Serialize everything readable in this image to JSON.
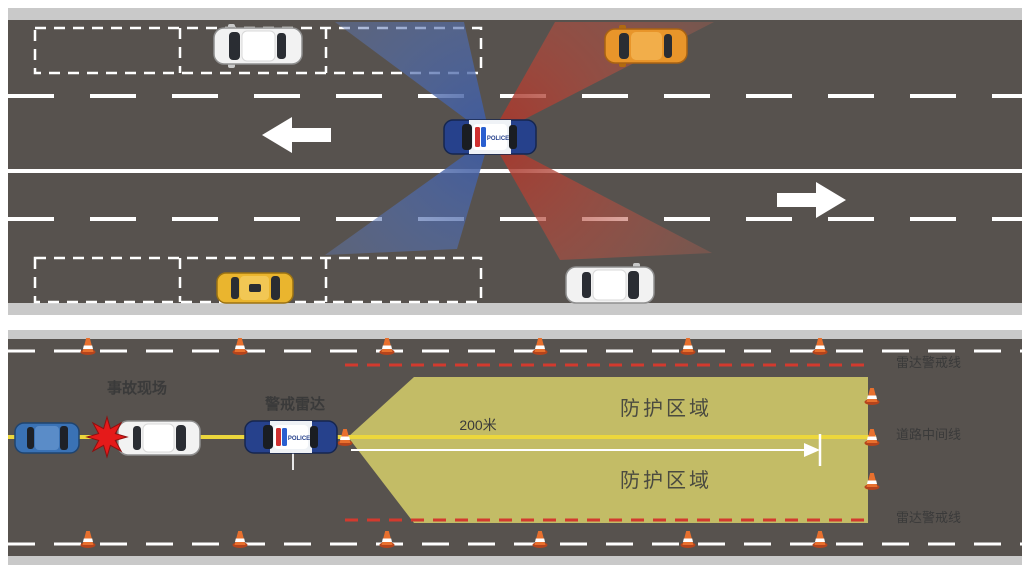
{
  "common": {
    "police_car_label": "POLICE"
  },
  "bottom_panel": {
    "labels": {
      "accident_scene": "事故现场",
      "warning_radar": "警戒雷达",
      "distance": "200米",
      "protection_zone_upper": "防护区域",
      "protection_zone_lower": "防护区域",
      "radar_warning_line_top": "雷达警戒线",
      "road_center_line": "道路中间线",
      "radar_warning_line_bottom": "雷达警戒线"
    }
  },
  "icons": {
    "police_car": "police-car-icon",
    "white_car": "white-car-icon",
    "orange_car": "orange-car-icon",
    "taxi": "taxi-car-icon",
    "blue_car": "blue-car-icon",
    "traffic_cone": "traffic-cone-icon",
    "collision": "collision-burst-icon",
    "left_arrow": "direction-arrow-left-icon",
    "right_arrow": "direction-arrow-right-icon"
  },
  "colors": {
    "road_surface": "#57524E",
    "road_shoulder": "#C9C9C9",
    "lane_marking": "#FFFFFF",
    "radar_beam_blue": "#3D5AA0",
    "radar_beam_red": "#A8362B",
    "protection_zone_fill": "#CBC468",
    "center_line_yellow": "#ECD73C",
    "warning_line_red": "#D23A2E",
    "cone_orange": "#E8702E",
    "police_blue": "#26418C",
    "taxi_yellow": "#EAB52E",
    "car_orange": "#E8952A",
    "car_blue": "#3A72B5",
    "car_white": "#F2F2F2",
    "collision_red": "#E51A1A",
    "label_text": "#3A3A3A"
  }
}
